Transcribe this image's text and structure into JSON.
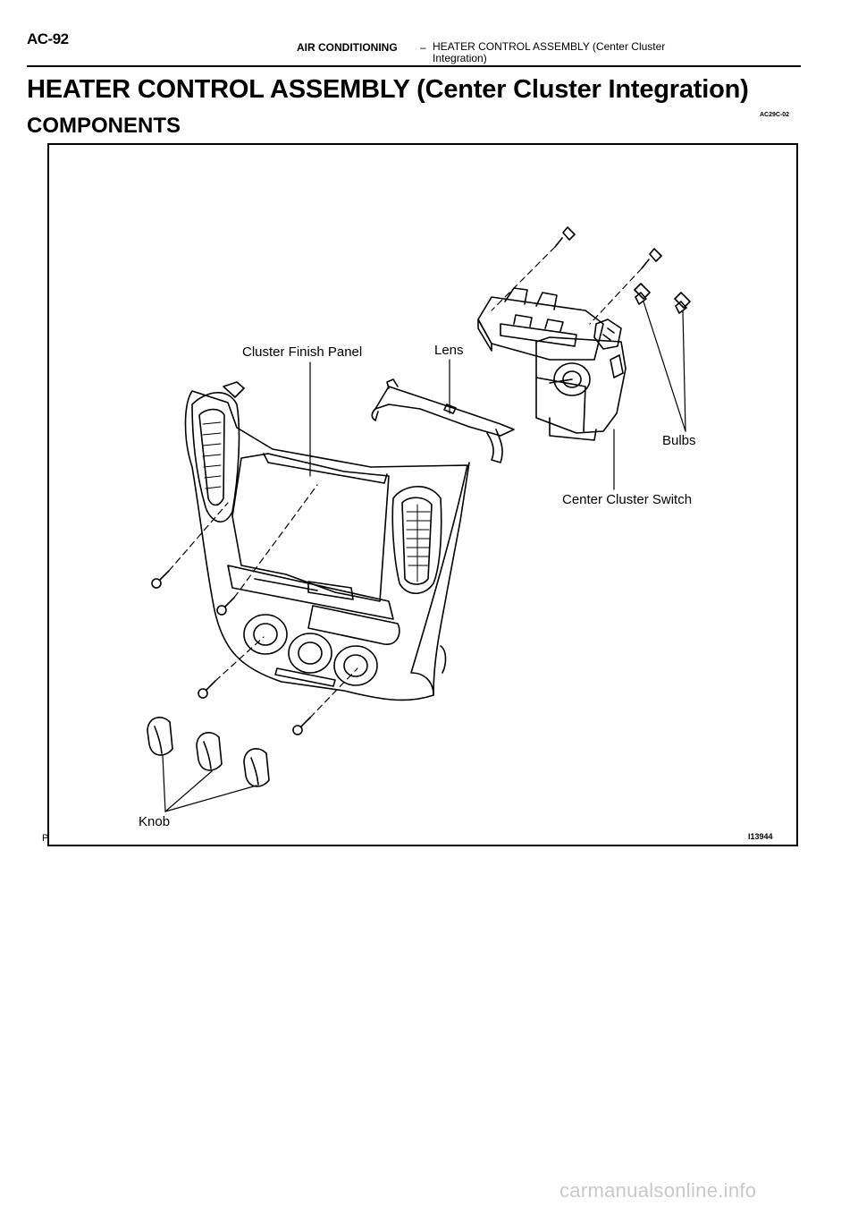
{
  "header": {
    "page_number": "AC-92",
    "section": "AIR CONDITIONING",
    "dash": "–",
    "topic": "HEATER CONTROL ASSEMBLY (Center Cluster Integration)"
  },
  "title": "HEATER CONTROL ASSEMBLY (Center Cluster Integration)",
  "section_title": "COMPONENTS",
  "doc_code": "AC29C-02",
  "figure": {
    "labels": {
      "cluster_finish_panel": "Cluster Finish Panel",
      "lens": "Lens",
      "bulbs": "Bulbs",
      "center_cluster_switch": "Center Cluster Switch",
      "knob": "Knob"
    },
    "corner_left": "P",
    "figure_id": "I13944"
  },
  "footer": {
    "watermark": "carmanualsonline.info"
  }
}
